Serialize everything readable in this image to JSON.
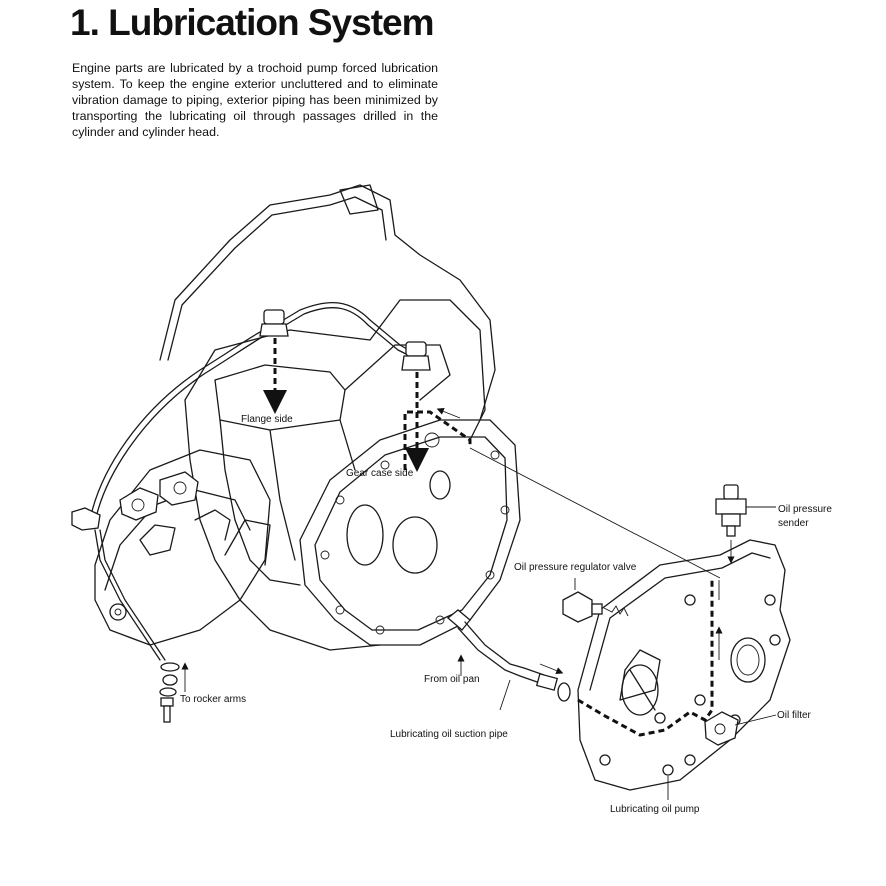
{
  "heading": "1. Lubrication System",
  "intro": "Engine parts are lubricated by a trochoid pump forced lubrication system. To keep the engine exterior uncluttered and to eliminate vibration damage to piping, exterior piping has been minimized by transporting the lubricating oil through passages drilled in the cylinder and cylinder head.",
  "labels": {
    "flange_side": "Flange side",
    "gear_case_side": "Gear case side",
    "oil_pressure_sender_1": "Oil pressure",
    "oil_pressure_sender_2": "sender",
    "oil_pressure_regulator_valve": "Oil pressure regulator valve",
    "from_oil_pan": "From oil pan",
    "to_rocker_arms": "To rocker arms",
    "lubricating_oil_suction_pipe": "Lubricating oil suction pipe",
    "oil_filter": "Oil filter",
    "lubricating_oil_pump": "Lubricating oil pump"
  }
}
